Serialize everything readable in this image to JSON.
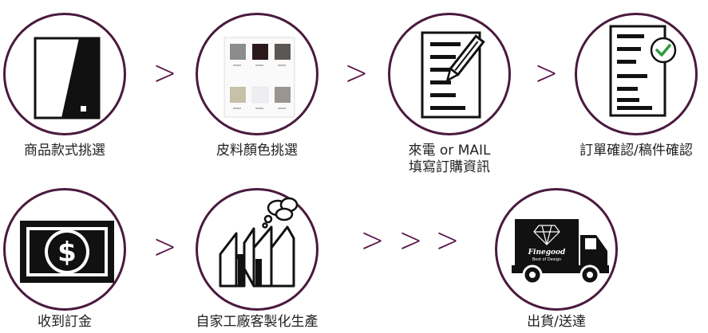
{
  "steps": [
    {
      "label": "商品款式挑選"
    },
    {
      "label": "皮料顏色挑選"
    },
    {
      "label_line1": "來電 or MAIL",
      "label_line2": "填寫訂購資訊"
    },
    {
      "label": "訂單確認/稿件確認"
    },
    {
      "label": "收到訂金"
    },
    {
      "label": "自家工廠客製化生產"
    },
    {
      "label": "出貨/送達"
    }
  ],
  "arrows": {
    "single": ">",
    "triple_1": ">",
    "triple_2": ">",
    "triple_3": ">"
  },
  "truck": {
    "brand": "Finegood",
    "tagline": "Best of Design"
  },
  "colors": {
    "circle_border": "#4a1a3e",
    "arrow": "#5a1348",
    "check": "#2e9a3c"
  }
}
